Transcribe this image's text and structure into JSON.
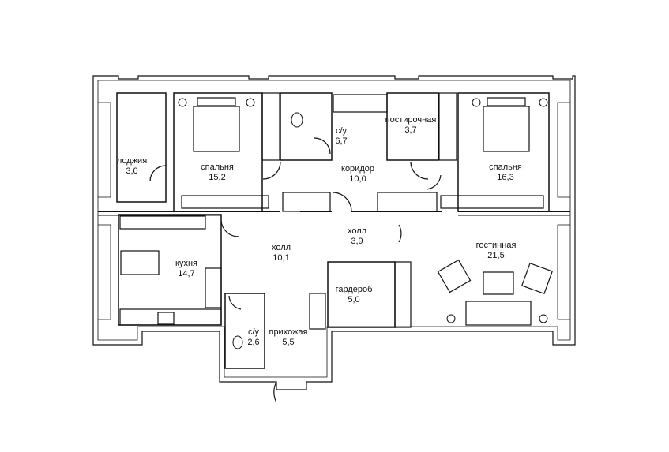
{
  "rooms": [
    {
      "id": "loggia",
      "name": "лоджия",
      "area": "3,0"
    },
    {
      "id": "bedroom1",
      "name": "спальня",
      "area": "15,2"
    },
    {
      "id": "bath1",
      "name": "с/у",
      "area": "6,7"
    },
    {
      "id": "laundry",
      "name": "постирочная",
      "area": "3,7"
    },
    {
      "id": "corridor",
      "name": "коридор",
      "area": "10,0"
    },
    {
      "id": "bedroom2",
      "name": "спальня",
      "area": "16,3"
    },
    {
      "id": "hall1",
      "name": "холл",
      "area": "10,1"
    },
    {
      "id": "hall2",
      "name": "холл",
      "area": "3,9"
    },
    {
      "id": "kitchen",
      "name": "кухня",
      "area": "14,7"
    },
    {
      "id": "living",
      "name": "гостинная",
      "area": "21,5"
    },
    {
      "id": "wardrobe",
      "name": "гардероб",
      "area": "5,0"
    },
    {
      "id": "bath2",
      "name": "с/у",
      "area": "2,6"
    },
    {
      "id": "entry",
      "name": "прихожая",
      "area": "5,5"
    }
  ]
}
